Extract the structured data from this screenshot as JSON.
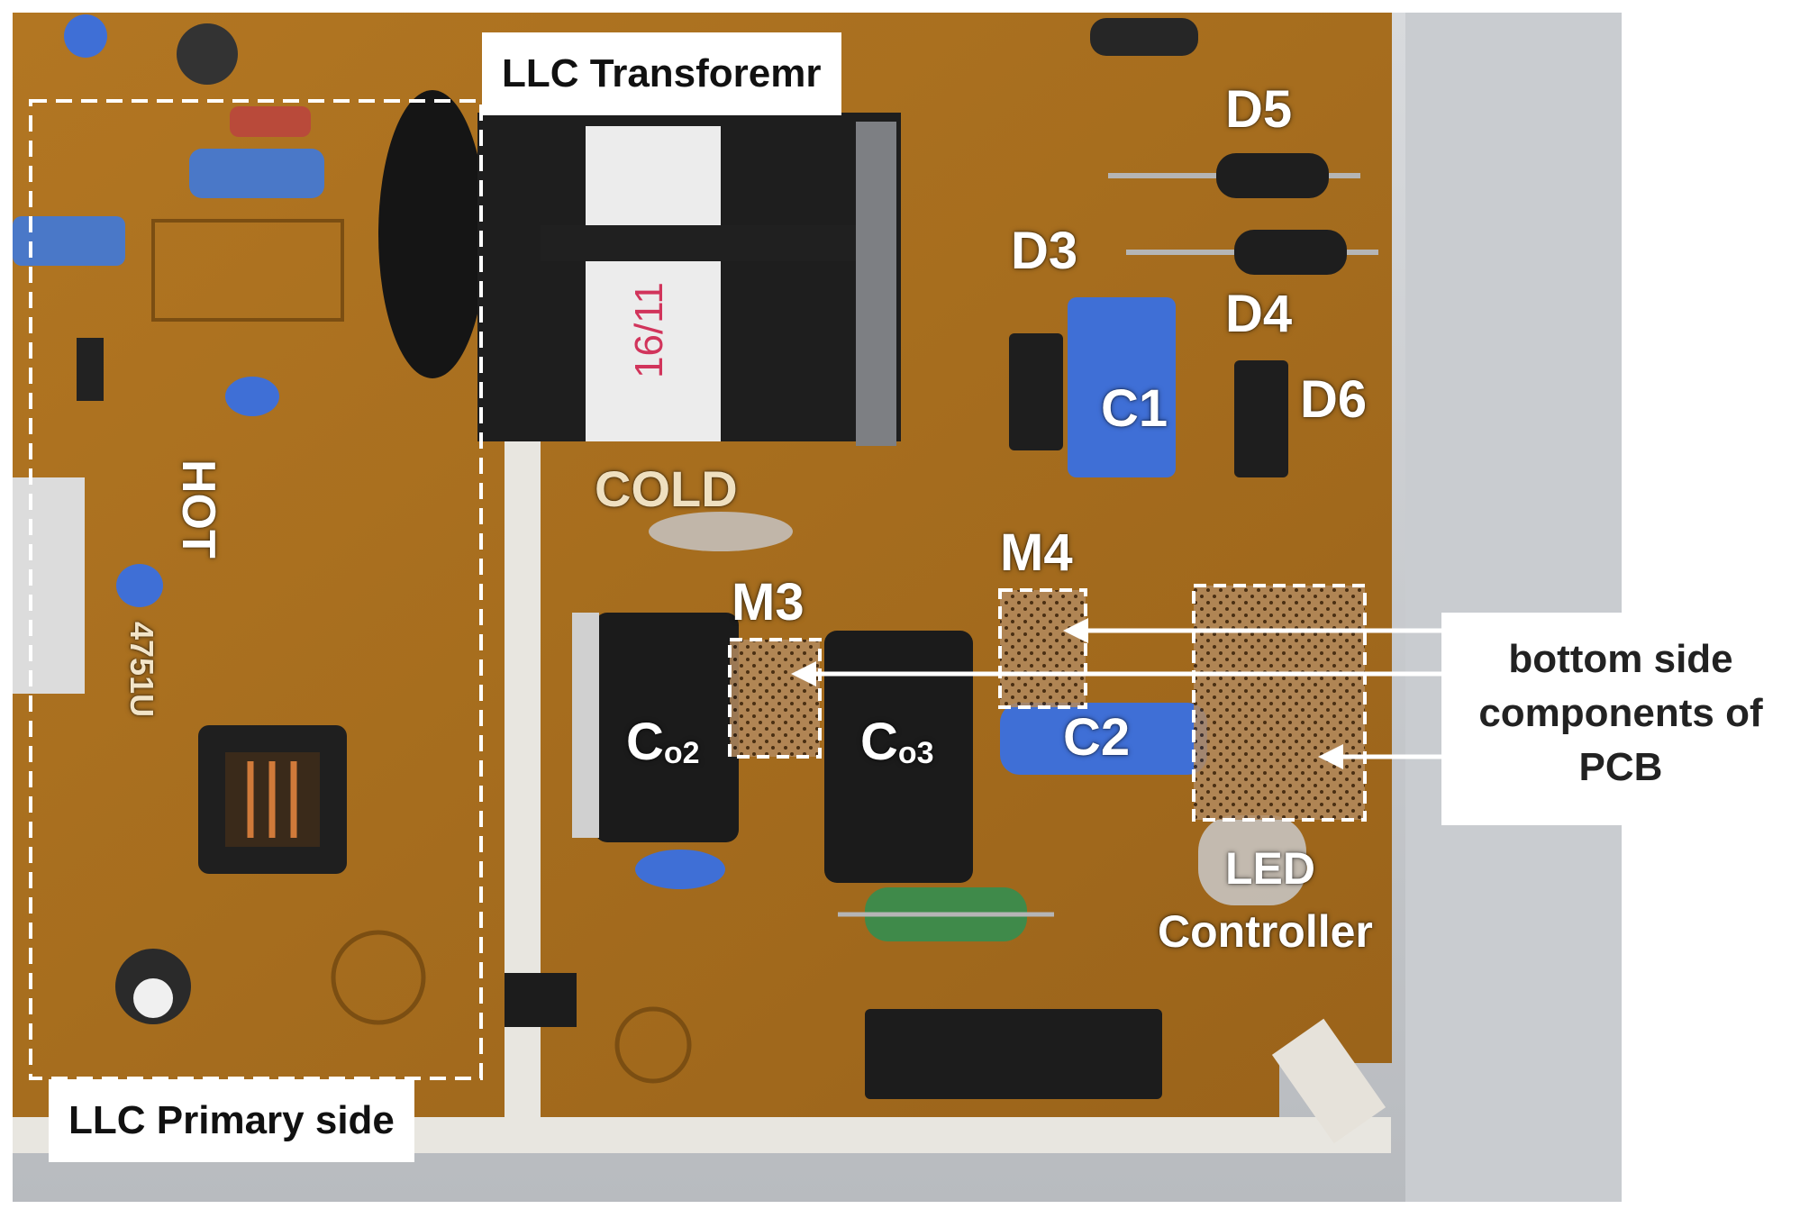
{
  "labels": {
    "transformer": "LLC Transforemr",
    "primary_side": "LLC Primary side",
    "hot": "HOT",
    "cold": "COLD",
    "d3": "D3",
    "d4": "D4",
    "d5": "D5",
    "d6": "D6",
    "c1": "C1",
    "c2": "C2",
    "m3": "M3",
    "m4": "M4",
    "co2_main": "C",
    "co2_sub": "o2",
    "co3_main": "C",
    "co3_sub": "o3",
    "led_line1": "LED",
    "led_line2": "Controller",
    "board_code": "4751U",
    "bottom_line1": "bottom side",
    "bottom_line2": "components of",
    "bottom_line3": "PCB"
  },
  "colors": {
    "pcb": "#a9701f",
    "pcb_dark": "#8a5816",
    "capacitor_blue": "#3f6fd6",
    "annotation_white": "#ffffff"
  }
}
